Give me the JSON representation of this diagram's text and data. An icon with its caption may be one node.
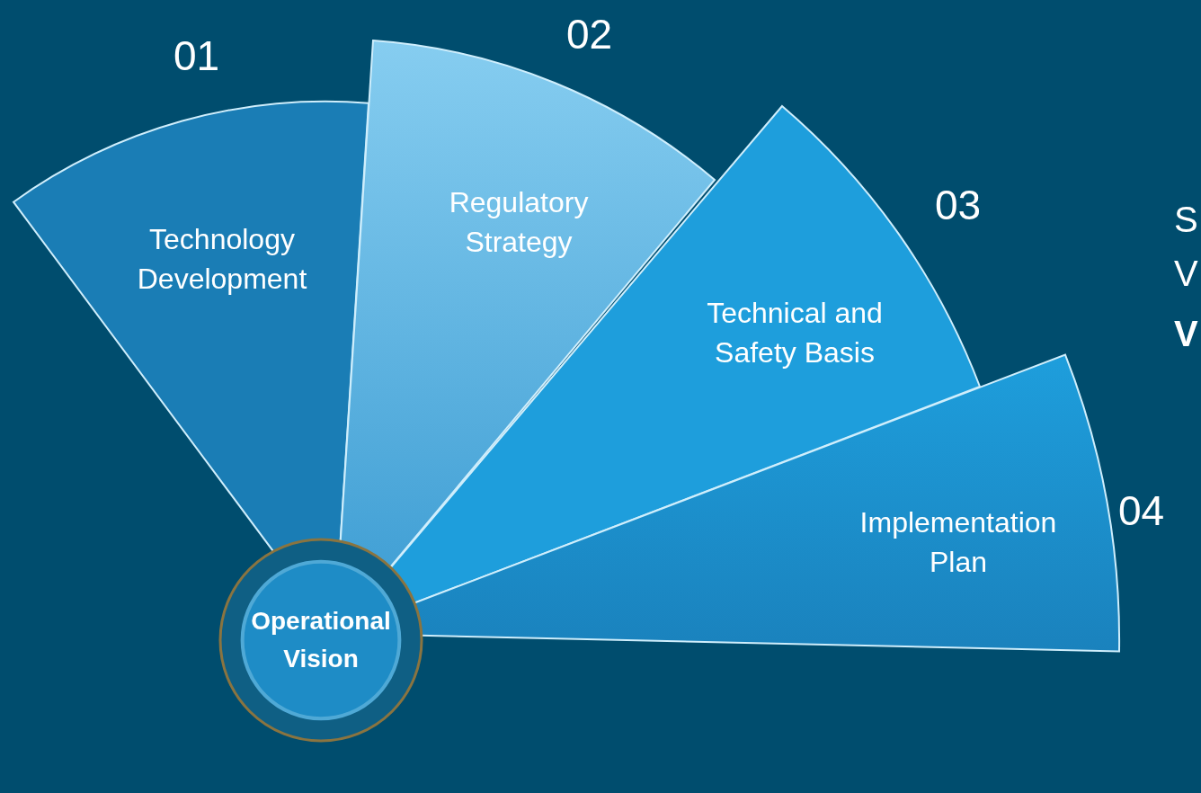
{
  "diagram": {
    "nodes": [
      {
        "text": [
          "Technology Development"
        ]
      },
      {
        "text": [
          "Regulatory Strategy"
        ]
      },
      {
        "text": [
          "Technical and Safety Basis"
        ]
      },
      {
        "text": [
          "Implementation Plan"
        ]
      },
      {
        "text": [
          "Operational Vision"
        ]
      }
    ],
    "labels": [
      "01",
      "02",
      "03",
      "04",
      "S",
      "V",
      "V"
    ]
  }
}
